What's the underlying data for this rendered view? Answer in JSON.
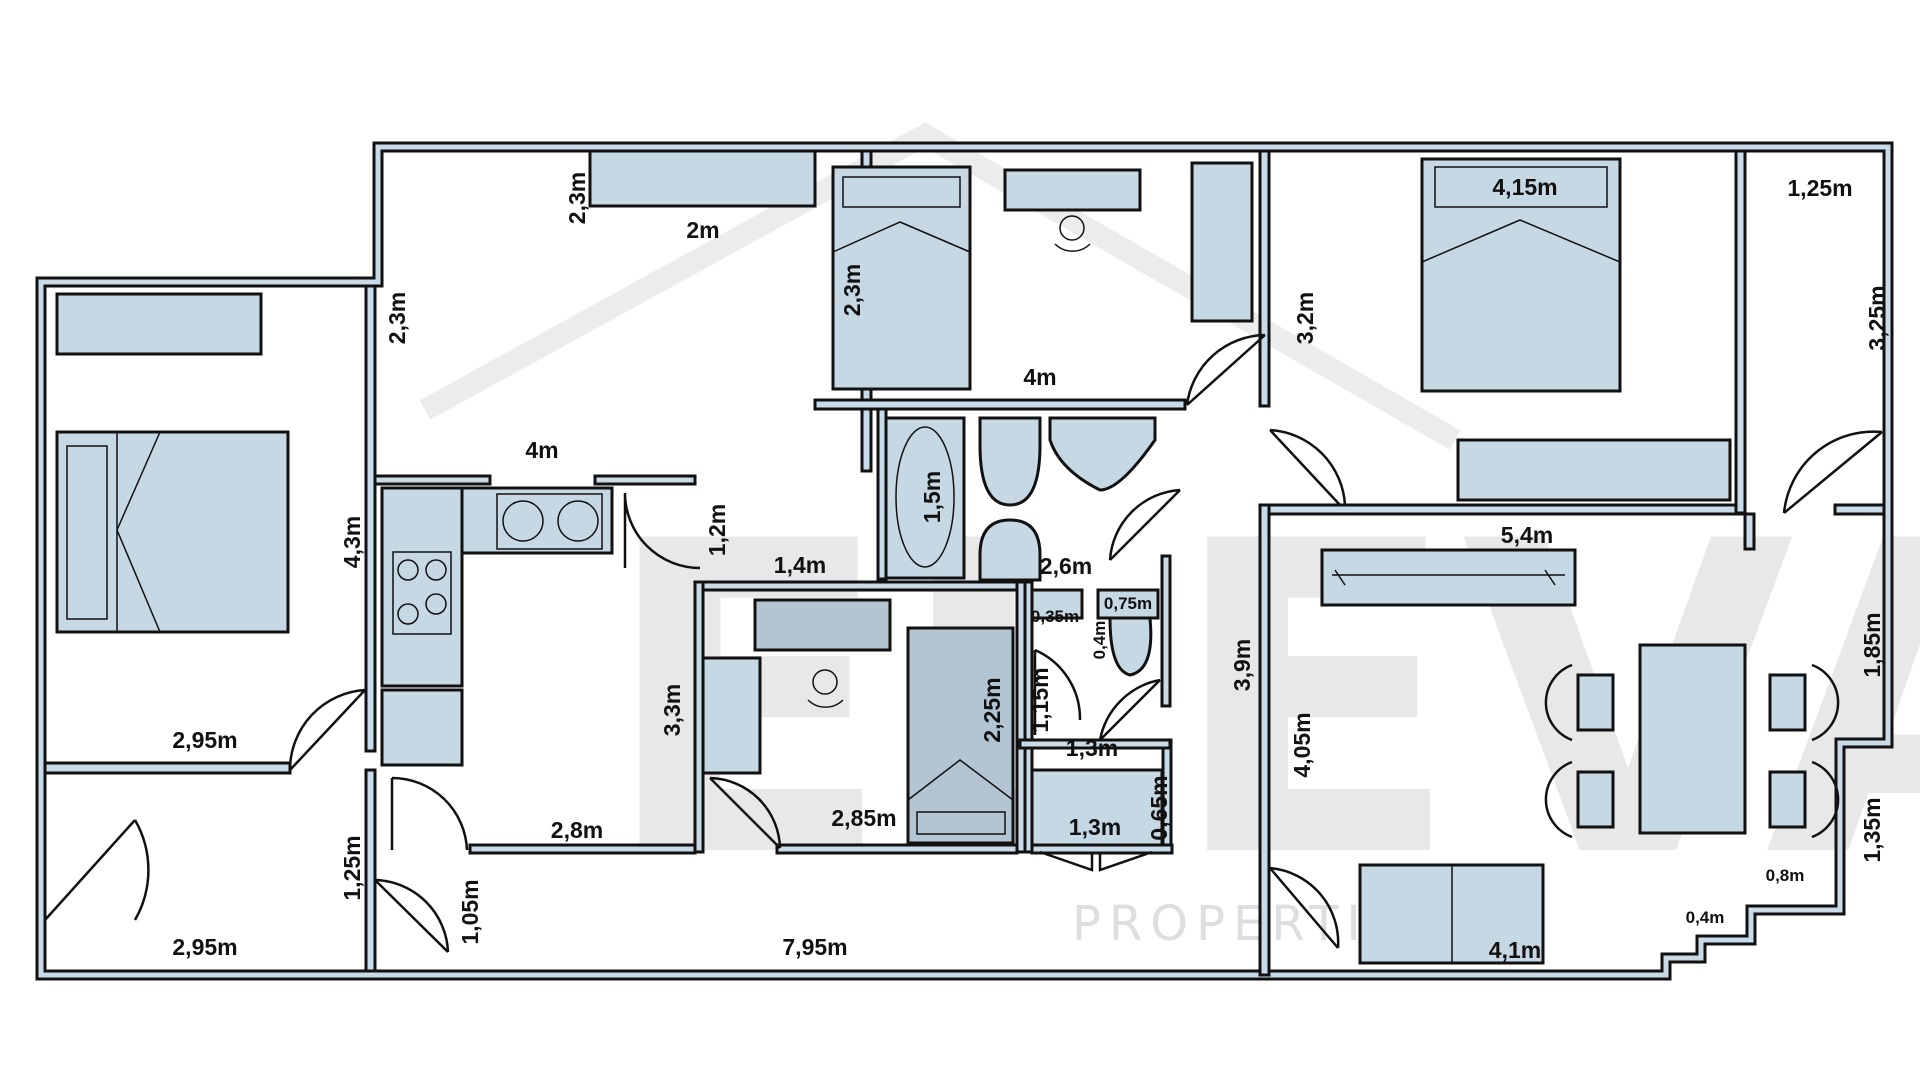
{
  "watermark": {
    "brand": "ELEVA",
    "sub": "PROPERTIES"
  },
  "dimensions": {
    "bed1_width": "2,95m",
    "bed1_depth": "4,3m",
    "hall_width": "2,95m",
    "hall_door": "1,25m",
    "hall_door2": "1,05m",
    "corridor_length": "7,95m",
    "living_top": "2,3m",
    "living_left": "2,3m",
    "living_shelf": "2m",
    "living_width": "4m",
    "kitchen_width": "2,8m",
    "kitchen_depth": "1,2m",
    "kitchen_opening": "1,4m",
    "study_depth": "3,3m",
    "study_width": "2,85m",
    "study_bed": "2,25m",
    "bed2_depth": "2,3m",
    "bed2_width": "4m",
    "bath_tub": "1,5m",
    "bath_width": "2,6m",
    "wc_a": "0,35m",
    "wc_b": "0,75m",
    "wc_c": "0,4m",
    "wc_d": "1,15m",
    "wc_e": "1,3m",
    "closet_w": "1,3m",
    "closet_d": "0,65m",
    "hall_center": "3,9m",
    "master_bed": "4,15m",
    "master_depth": "3,2m",
    "balcony_w": "1,25m",
    "balcony_d": "3,25m",
    "salon_w": "5,4m",
    "salon_d": "4,05m",
    "salon_right": "1,85m",
    "step1": "1,35m",
    "step2": "0,8m",
    "step3": "0,4m",
    "salon_bottom": "4,1m"
  }
}
